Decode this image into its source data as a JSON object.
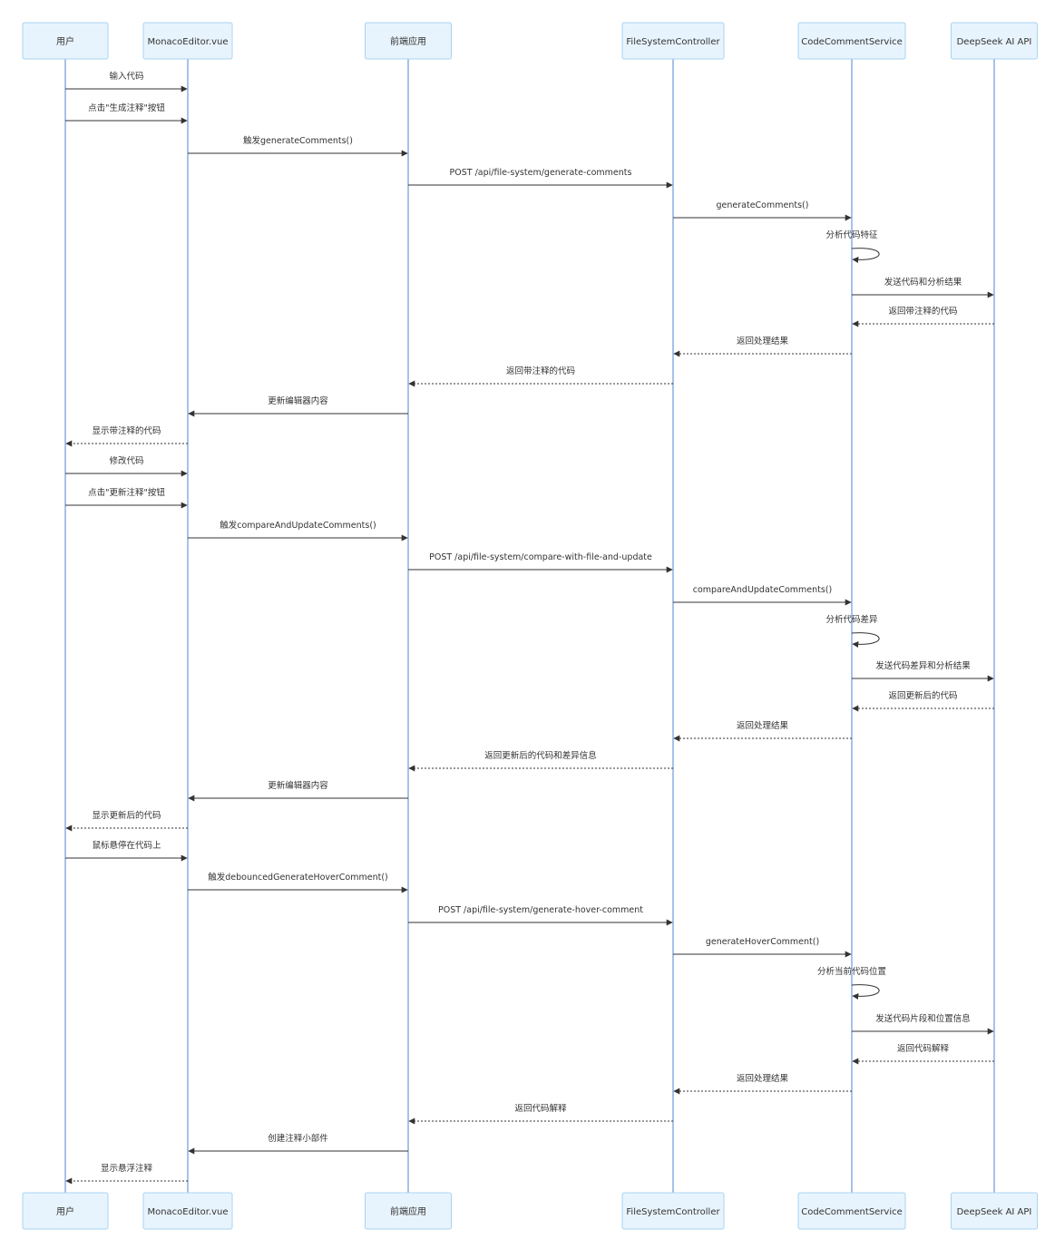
{
  "diagram": {
    "type": "sequence",
    "colors": {
      "actor_fill": "#e8f4fd",
      "actor_stroke": "#a9d3f2",
      "lifeline": "#6f98d8",
      "message": "#333333"
    },
    "participants": [
      {
        "id": "user",
        "label": "用户"
      },
      {
        "id": "editor",
        "label": "MonacoEditor.vue"
      },
      {
        "id": "frontend",
        "label": "前端应用"
      },
      {
        "id": "controller",
        "label": "FileSystemController"
      },
      {
        "id": "service",
        "label": "CodeCommentService"
      },
      {
        "id": "deepseek",
        "label": "DeepSeek AI API"
      }
    ],
    "messages": [
      {
        "from": "user",
        "to": "editor",
        "label": "输入代码",
        "kind": "solid"
      },
      {
        "from": "user",
        "to": "editor",
        "label": "点击\"生成注释\"按钮",
        "kind": "solid"
      },
      {
        "from": "editor",
        "to": "frontend",
        "label": "触发generateComments()",
        "kind": "solid"
      },
      {
        "from": "frontend",
        "to": "controller",
        "label": "POST /api/file-system/generate-comments",
        "kind": "solid"
      },
      {
        "from": "controller",
        "to": "service",
        "label": "generateComments()",
        "kind": "solid"
      },
      {
        "from": "service",
        "to": "service",
        "label": "分析代码特征",
        "kind": "self"
      },
      {
        "from": "service",
        "to": "deepseek",
        "label": "发送代码和分析结果",
        "kind": "solid"
      },
      {
        "from": "deepseek",
        "to": "service",
        "label": "返回带注释的代码",
        "kind": "dashed"
      },
      {
        "from": "service",
        "to": "controller",
        "label": "返回处理结果",
        "kind": "dashed"
      },
      {
        "from": "controller",
        "to": "frontend",
        "label": "返回带注释的代码",
        "kind": "dashed"
      },
      {
        "from": "frontend",
        "to": "editor",
        "label": "更新编辑器内容",
        "kind": "solid"
      },
      {
        "from": "editor",
        "to": "user",
        "label": "显示带注释的代码",
        "kind": "dashed"
      },
      {
        "from": "user",
        "to": "editor",
        "label": "修改代码",
        "kind": "solid"
      },
      {
        "from": "user",
        "to": "editor",
        "label": "点击\"更新注释\"按钮",
        "kind": "solid"
      },
      {
        "from": "editor",
        "to": "frontend",
        "label": "触发compareAndUpdateComments()",
        "kind": "solid"
      },
      {
        "from": "frontend",
        "to": "controller",
        "label": "POST /api/file-system/compare-with-file-and-update",
        "kind": "solid"
      },
      {
        "from": "controller",
        "to": "service",
        "label": "compareAndUpdateComments()",
        "kind": "solid"
      },
      {
        "from": "service",
        "to": "service",
        "label": "分析代码差异",
        "kind": "self"
      },
      {
        "from": "service",
        "to": "deepseek",
        "label": "发送代码差异和分析结果",
        "kind": "solid"
      },
      {
        "from": "deepseek",
        "to": "service",
        "label": "返回更新后的代码",
        "kind": "dashed"
      },
      {
        "from": "service",
        "to": "controller",
        "label": "返回处理结果",
        "kind": "dashed"
      },
      {
        "from": "controller",
        "to": "frontend",
        "label": "返回更新后的代码和差异信息",
        "kind": "dashed"
      },
      {
        "from": "frontend",
        "to": "editor",
        "label": "更新编辑器内容",
        "kind": "solid"
      },
      {
        "from": "editor",
        "to": "user",
        "label": "显示更新后的代码",
        "kind": "dashed"
      },
      {
        "from": "user",
        "to": "editor",
        "label": "鼠标悬停在代码上",
        "kind": "solid"
      },
      {
        "from": "editor",
        "to": "frontend",
        "label": "触发debouncedGenerateHoverComment()",
        "kind": "solid"
      },
      {
        "from": "frontend",
        "to": "controller",
        "label": "POST /api/file-system/generate-hover-comment",
        "kind": "solid"
      },
      {
        "from": "controller",
        "to": "service",
        "label": "generateHoverComment()",
        "kind": "solid"
      },
      {
        "from": "service",
        "to": "service",
        "label": "分析当前代码位置",
        "kind": "self"
      },
      {
        "from": "service",
        "to": "deepseek",
        "label": "发送代码片段和位置信息",
        "kind": "solid"
      },
      {
        "from": "deepseek",
        "to": "service",
        "label": "返回代码解释",
        "kind": "dashed"
      },
      {
        "from": "service",
        "to": "controller",
        "label": "返回处理结果",
        "kind": "dashed"
      },
      {
        "from": "controller",
        "to": "frontend",
        "label": "返回代码解释",
        "kind": "dashed"
      },
      {
        "from": "frontend",
        "to": "editor",
        "label": "创建注释小部件",
        "kind": "solid"
      },
      {
        "from": "editor",
        "to": "user",
        "label": "显示悬浮注释",
        "kind": "dashed"
      }
    ]
  }
}
